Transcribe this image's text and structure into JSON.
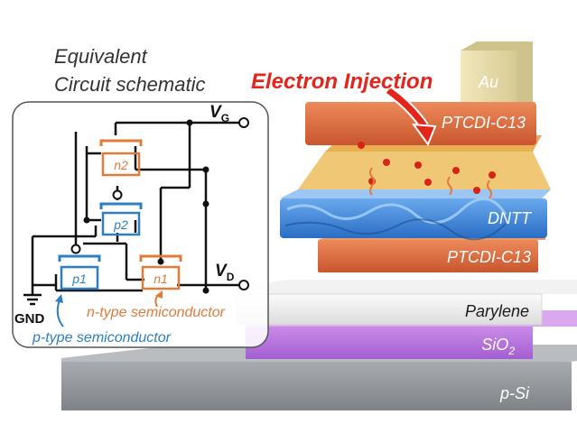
{
  "caption": {
    "line1": "Equivalent",
    "line2": "Circuit schematic"
  },
  "injection_label": "Electron Injection",
  "layers": {
    "electrode": "Au",
    "top_n": "PTCDI-C13",
    "p_layer": "DNTT",
    "bottom_n": "PTCDI-C13",
    "dielectric": "Parylene",
    "oxide_base": "SiO",
    "oxide_sub": "2",
    "substrate": "p-Si"
  },
  "circuit": {
    "vg_base": "V",
    "vg_sub": "G",
    "vd_base": "V",
    "vd_sub": "D",
    "gnd": "GND",
    "n2": "n2",
    "p2": "p2",
    "p1": "p1",
    "n1": "n1"
  },
  "annotations": {
    "n_type": "n-type semiconductor",
    "p_type": "p-type semiconductor"
  },
  "colors": {
    "n_type": "#e07b3a",
    "p_type": "#2d7fc1",
    "injection": "#e3251b",
    "oxide": "#b065d6",
    "substrate": "#8c8f94",
    "electrode": "#e8dfae",
    "ptcdi": "#d9673a",
    "dntt": "#3b83d6"
  }
}
